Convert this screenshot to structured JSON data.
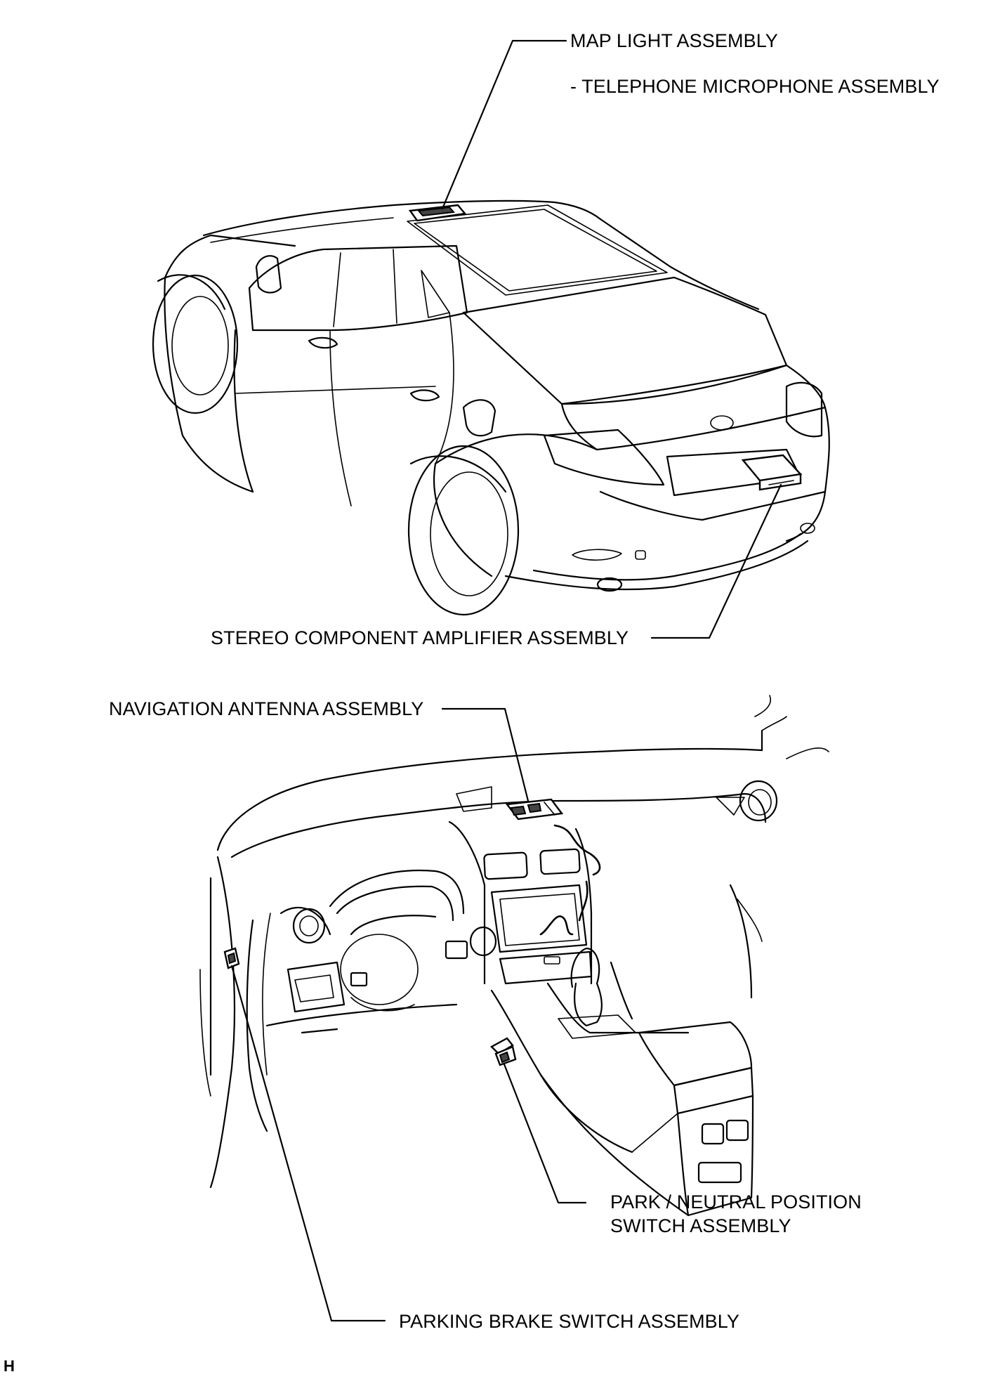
{
  "labels": {
    "map_light": "MAP LIGHT ASSEMBLY",
    "telephone_mic": "- TELEPHONE MICROPHONE ASSEMBLY",
    "stereo_amp": "STEREO COMPONENT AMPLIFIER ASSEMBLY",
    "nav_antenna": "NAVIGATION ANTENNA ASSEMBLY",
    "park_neutral_line1": "PARK / NEUTRAL POSITION",
    "park_neutral_line2": "SWITCH ASSEMBLY",
    "parking_brake": "PARKING BRAKE SWITCH ASSEMBLY"
  },
  "corner_mark": "H"
}
